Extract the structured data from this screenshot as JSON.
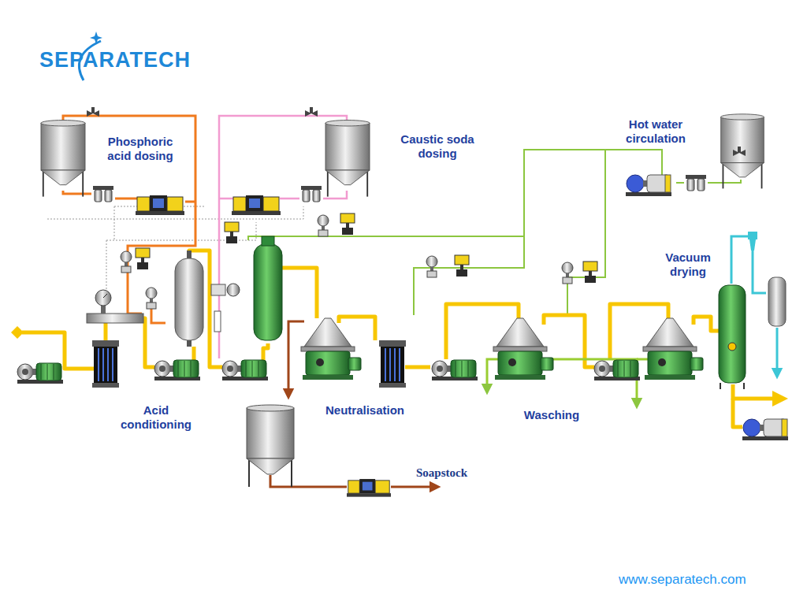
{
  "diagram": {
    "labels": [
      "SEPARATECH",
      "Phosphoric acid dosing",
      "Caustic soda dosing",
      "Hot water circulation",
      "Vacuum drying",
      "Acid conditioning",
      "Neutralisation",
      "Wasching",
      "Soapstock",
      "www.separatech.com"
    ]
  }
}
